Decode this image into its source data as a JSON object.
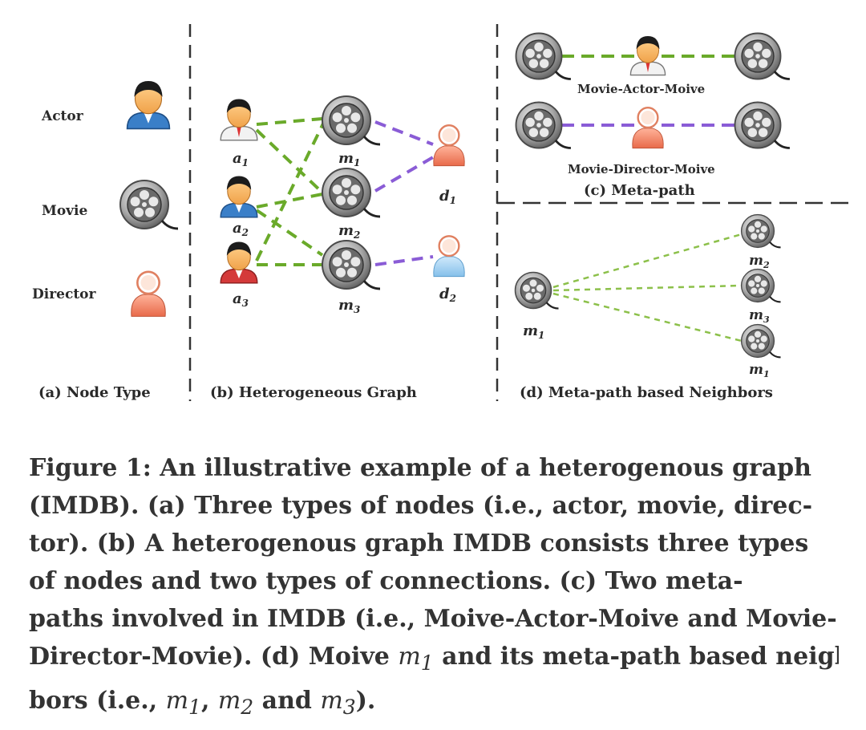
{
  "panels": {
    "a": {
      "caption": "(a) Node Type",
      "legend": [
        {
          "label": "Actor",
          "icon": "actor-icon"
        },
        {
          "label": "Movie",
          "icon": "movie-reel-icon"
        },
        {
          "label": "Director",
          "icon": "director-icon"
        }
      ]
    },
    "b": {
      "caption": "(b) Heterogeneous Graph",
      "actors": [
        {
          "base": "a",
          "sub": "1"
        },
        {
          "base": "a",
          "sub": "2"
        },
        {
          "base": "a",
          "sub": "3"
        }
      ],
      "movies": [
        {
          "base": "m",
          "sub": "1"
        },
        {
          "base": "m",
          "sub": "2"
        },
        {
          "base": "m",
          "sub": "3"
        }
      ],
      "directors": [
        {
          "base": "d",
          "sub": "1"
        },
        {
          "base": "d",
          "sub": "2"
        }
      ]
    },
    "c": {
      "caption": "(c) Meta-path",
      "paths": [
        "Movie-Actor-Moive",
        "Movie-Director-Moive"
      ]
    },
    "d": {
      "caption": "(d) Meta-path based Neighbors",
      "center": {
        "base": "m",
        "sub": "1"
      },
      "neighbors": [
        {
          "base": "m",
          "sub": "2"
        },
        {
          "base": "m",
          "sub": "3"
        },
        {
          "base": "m",
          "sub": "1"
        }
      ]
    }
  },
  "colors": {
    "actor_edge": "#6aaa2a",
    "director_edge": "#8a5cd6",
    "neighbor_edge": "#8cc04a",
    "divider": "#333333"
  },
  "caption": {
    "label": "Figure 1:",
    "line1": "An illustrative example of a heterogenous graph",
    "line2": "(IMDB). (a) Three types of nodes (i.e., actor, movie, direc-",
    "line3": "tor). (b) A heterogenous graph IMDB consists three types",
    "line4": "of nodes and two types of connections. (c) Two meta-",
    "line5": "paths involved in IMDB (i.e., Moive-Actor-Moive and Movie-",
    "line6a": "Director-Movie). (d) Moive",
    "line6_m": "m",
    "line6_sub": "1",
    "line6b": "and its meta-path based neigh-",
    "line7a": "bors (i.e.,",
    "line7_m1": "m",
    "line7_s1": "1",
    "line7_m2": "m",
    "line7_s2": "2",
    "line7_and": "and",
    "line7_m3": "m",
    "line7_s3": "3",
    "line7_end": ")."
  }
}
